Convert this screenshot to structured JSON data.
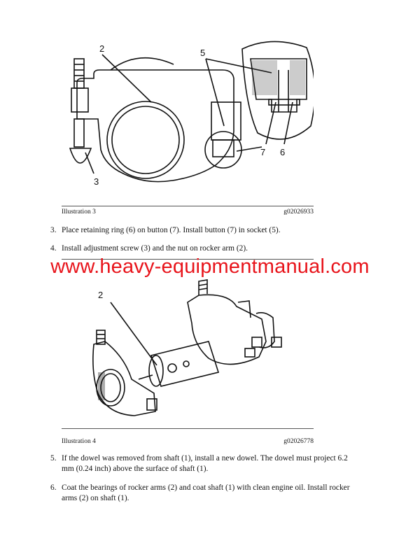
{
  "illustrations": [
    {
      "caption": "Illustration 3",
      "code": "g02026933",
      "callouts": [
        "2",
        "5",
        "3",
        "7",
        "6"
      ]
    },
    {
      "caption": "Illustration 4",
      "code": "g02026778",
      "callouts": [
        "2"
      ]
    }
  ],
  "steps": [
    {
      "number": "3.",
      "text": "Place retaining ring (6) on button (7). Install button (7) in socket (5)."
    },
    {
      "number": "4.",
      "text": "Install adjustment screw (3) and the nut on rocker arm (2)."
    },
    {
      "number": "5.",
      "text": "If the dowel was removed from shaft (1), install a new dowel. The dowel must project 6.2 mm (0.24 inch) above the surface of shaft (1)."
    },
    {
      "number": "6.",
      "text": "Coat the bearings of rocker arms (2) and coat shaft (1) with clean engine oil. Install rocker arms (2) on shaft (1)."
    }
  ],
  "watermark": "www.heavy-equipmentmanual.com",
  "colors": {
    "watermark": "#e8141b",
    "ink": "#111111"
  }
}
